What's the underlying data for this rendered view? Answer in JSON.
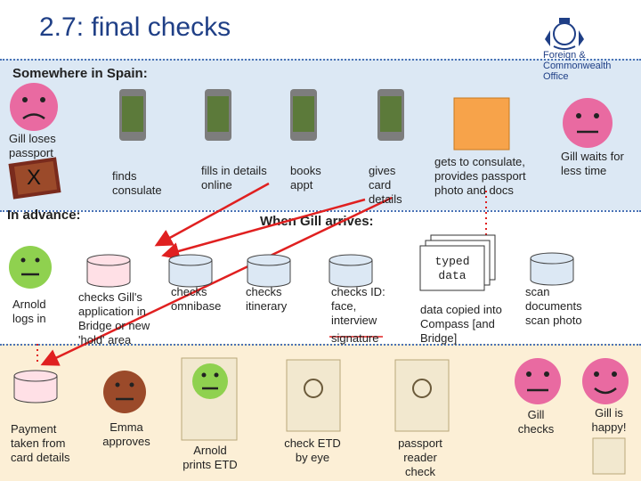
{
  "title": "2.7: final checks",
  "logo": {
    "text_lines": [
      "Foreign &",
      "Commonwealth",
      "Office"
    ]
  },
  "sections": {
    "spain": "Somewhere in Spain:",
    "advance": "In advance:",
    "arrives": "When Gill arrives:"
  },
  "labels": {
    "gill_loses": "Gill loses passport",
    "x_mark": "X",
    "finds_consulate": "finds consulate",
    "fills_details": "fills in details online",
    "books_appt": "books appt",
    "gives_card": "gives card details",
    "gets_consulate": "gets to consulate, provides passport photo and docs",
    "gill_waits": "Gill waits for less time",
    "arnold_logs": "Arnold logs in",
    "checks_application": "checks Gill's application in Bridge or new 'hold' area",
    "checks_omnibase": "checks omnibase",
    "checks_itinerary": "checks itinerary",
    "checks_id": "checks ID: face, interview",
    "signature": "signature",
    "typed_data": "typed data",
    "data_copied": "data copied into Compass [and Bridge]",
    "scan_docs": "scan documents scan photo",
    "payment": "Payment taken from card details",
    "emma_approves": "Emma approves",
    "arnold_prints": "Arnold prints ETD",
    "check_etd": "check ETD by eye",
    "passport_reader": "passport reader check",
    "gill_checks": "Gill checks",
    "gill_happy": "Gill is happy!"
  },
  "colors": {
    "title": "#1f3f86",
    "top_band": "#dce8f4",
    "bottom_band": "#fcefd6",
    "face_green": "#8fd14f",
    "face_pink": "#e96aa1",
    "face_brown": "#9b4a2a",
    "db_pink": "#ffe0e6",
    "db_blue": "#dce8f4",
    "arrow_red": "#e02020",
    "office_orange": "#f7a34a"
  }
}
